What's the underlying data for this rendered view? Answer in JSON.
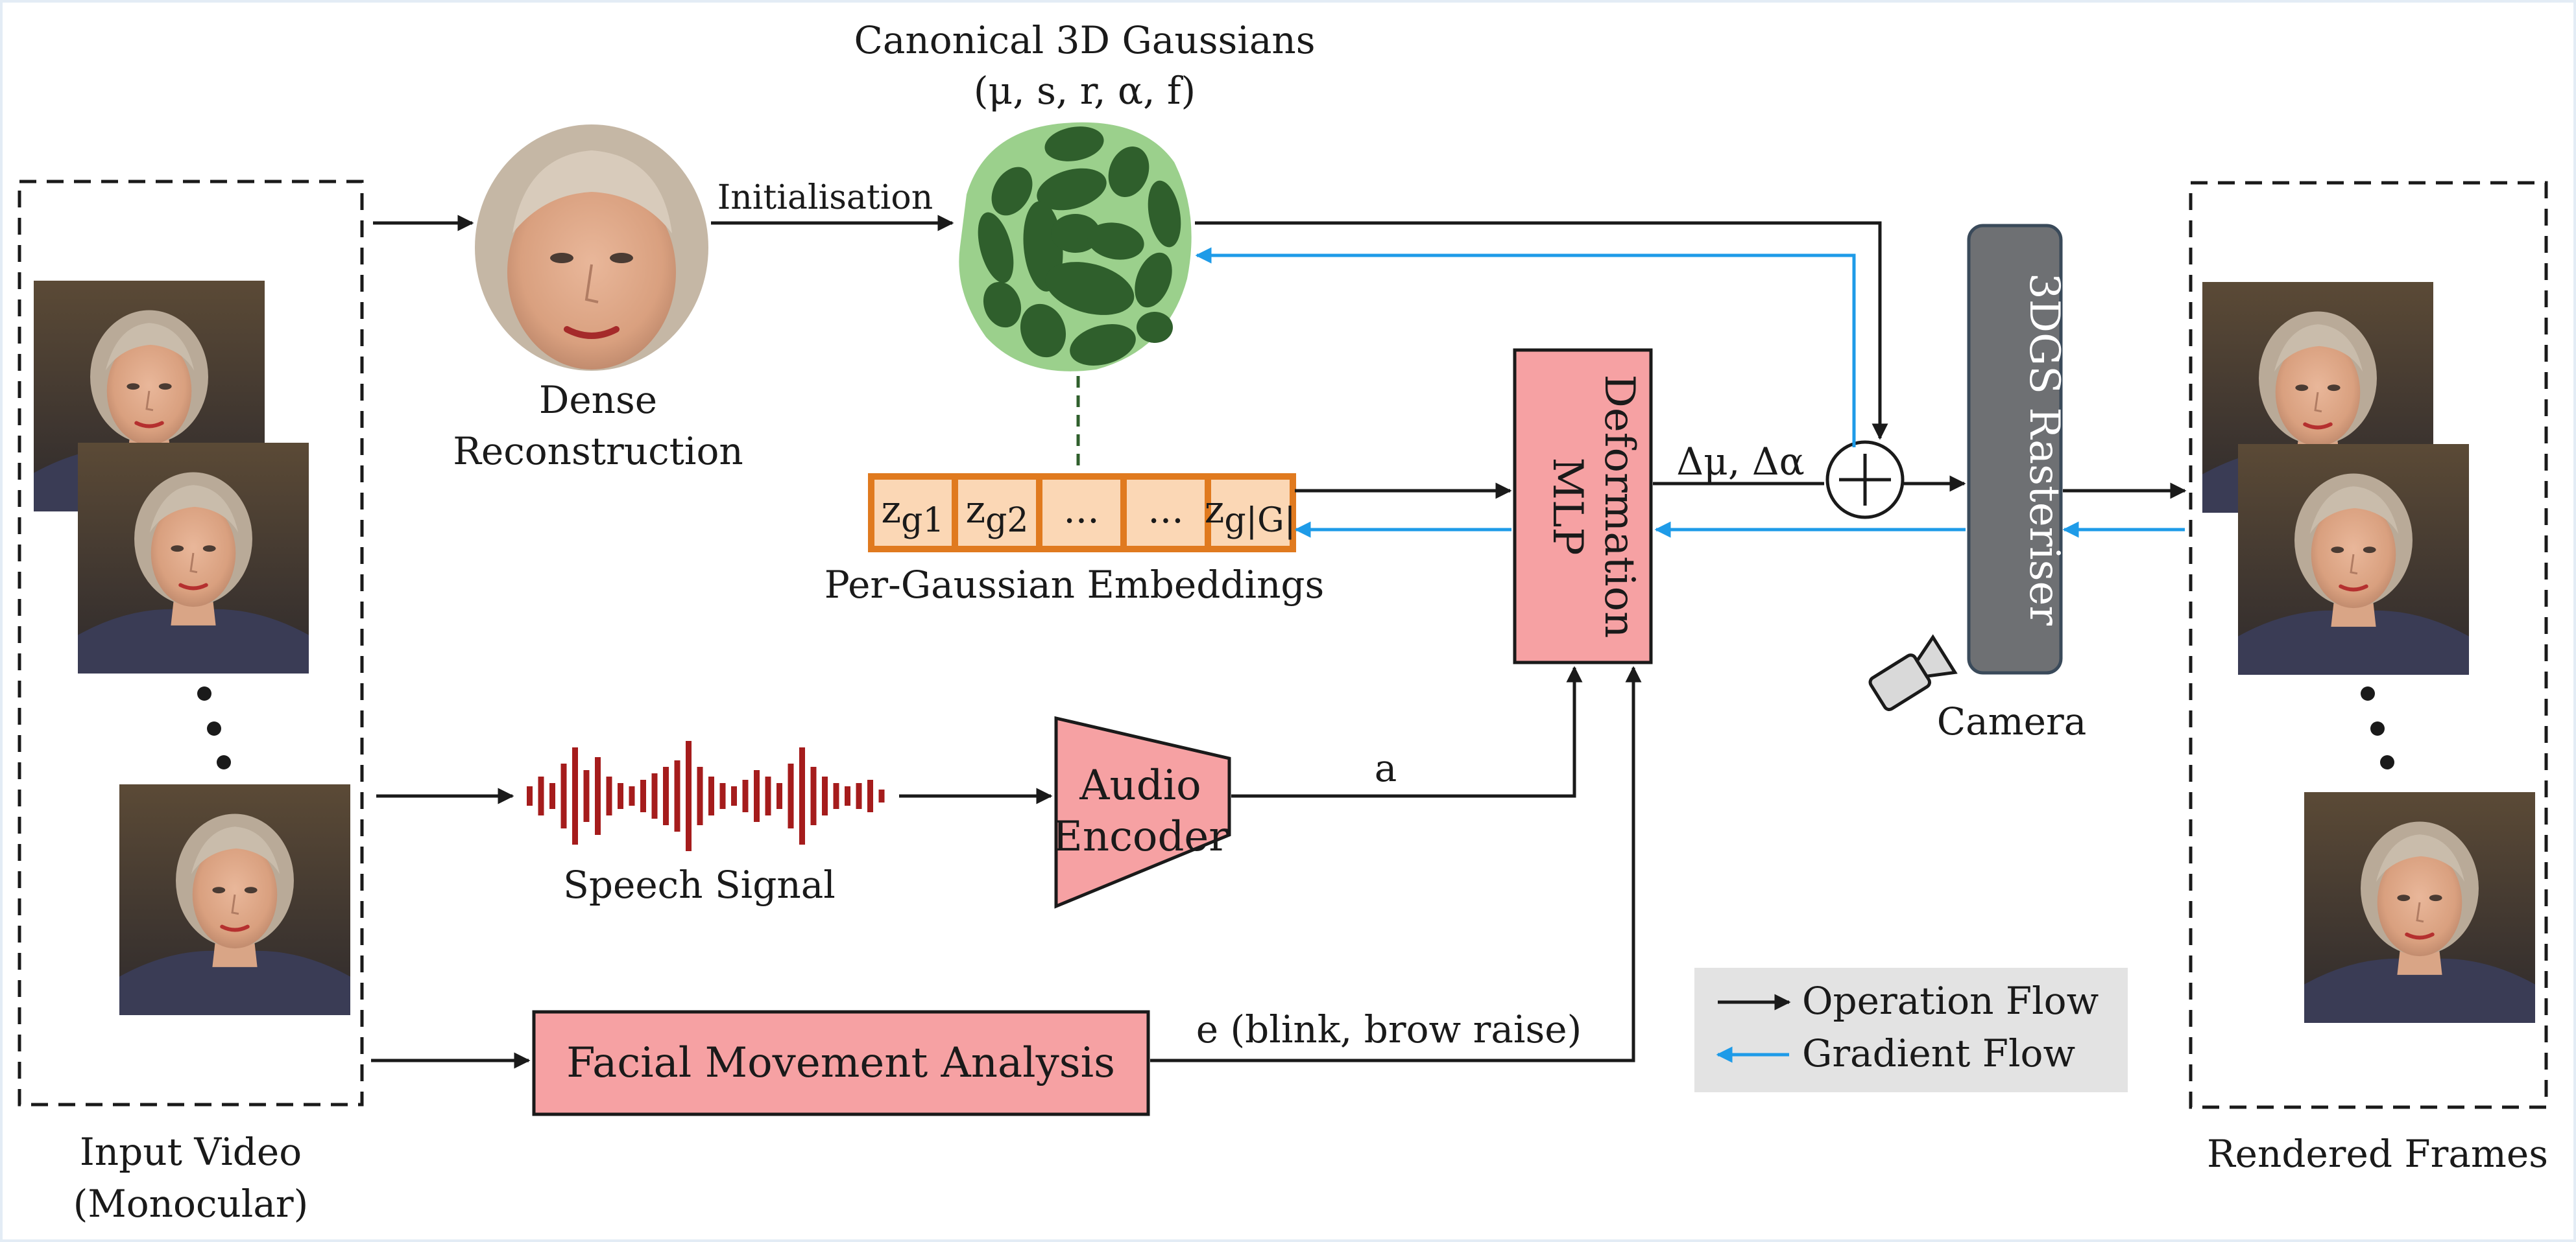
{
  "labels": {
    "gaussians_title": "Canonical 3D Gaussians",
    "gaussians_params": "(μ, s, r, α, f)",
    "initialisation": "Initialisation",
    "dense_line1": "Dense",
    "dense_line2": "Reconstruction",
    "embeddings_title": "Per-Gaussian Embeddings",
    "speech_signal": "Speech Signal",
    "audio_encoder_line1": "Audio",
    "audio_encoder_line2": "Encoder",
    "audio_feature": "a",
    "deformation_line1": "Deformation",
    "deformation_line2": "MLP",
    "delta": "Δμ, Δα",
    "rasteriser": "3DGS Rasteriser",
    "camera": "Camera",
    "facial_analysis": "Facial Movement Analysis",
    "expression": "e (blink, brow raise)",
    "input_line1": "Input Video",
    "input_line2": "(Monocular)",
    "rendered_frames": "Rendered Frames",
    "ellipsis": "..."
  },
  "embeddings": {
    "z": "z",
    "cells": [
      {
        "sub": "g1"
      },
      {
        "sub": "g2"
      },
      {
        "sub": ""
      },
      {
        "sub": ""
      },
      {
        "sub": "g|G|"
      }
    ]
  },
  "legend": {
    "operation": "Operation Flow",
    "gradient": "Gradient Flow"
  },
  "colors": {
    "operation_arrow": "#1a1a1a",
    "gradient_arrow": "#1e9be8",
    "box_fill": "#f6a1a3",
    "rasteriser_fill": "#6e7073",
    "embedding_border": "#e07a1f",
    "embedding_fill": "#fbd7b5",
    "gaussian_dark": "#2f5f2c",
    "gaussian_light": "#9bd08c",
    "waveform": "#a51c1c",
    "legend_bg": "#e3e3e3"
  }
}
